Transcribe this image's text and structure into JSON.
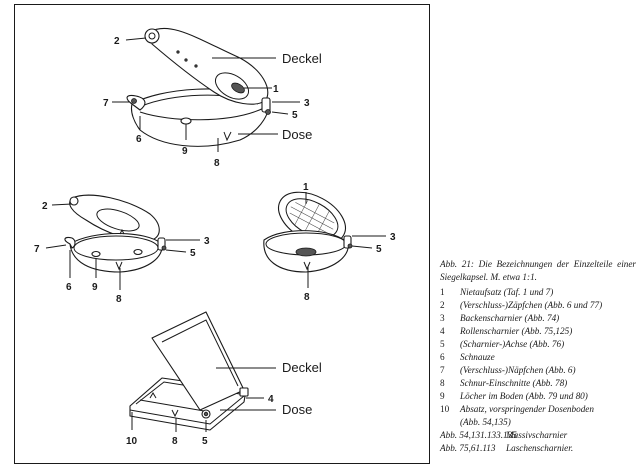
{
  "figures": {
    "fig1": {
      "lid": "Deckel",
      "box": "Dose",
      "n1": "1",
      "n2": "2",
      "n3": "3",
      "n5": "5",
      "n6": "6",
      "n7": "7",
      "n8": "8",
      "n9": "9"
    },
    "fig2": {
      "n2": "2",
      "n3": "3",
      "n5": "5",
      "n6": "6",
      "n7": "7",
      "n8": "8",
      "n9": "9"
    },
    "fig3": {
      "n1": "1",
      "n3": "3",
      "n5": "5",
      "n8": "8"
    },
    "fig4": {
      "lid": "Deckel",
      "box": "Dose",
      "n4": "4",
      "n5": "5",
      "n8": "8",
      "n10": "10"
    }
  },
  "caption": {
    "heading": "Abb. 21: Die Bezeichnungen der Einzelteile einer Siegelkapsel. M. etwa 1:1.",
    "items": [
      {
        "num": "1",
        "text": "Nietaufsatz (Taf. 1 und 7)"
      },
      {
        "num": "2",
        "text": "(Verschluss-)Zäpfchen (Abb. 6 und 77)"
      },
      {
        "num": "3",
        "text": "Backenscharnier (Abb. 74)"
      },
      {
        "num": "4",
        "text": "Rollenscharnier (Abb. 75,125)"
      },
      {
        "num": "5",
        "text": "(Scharnier-)Achse (Abb. 76)"
      },
      {
        "num": "6",
        "text": "Schnauze"
      },
      {
        "num": "7",
        "text": "(Verschluss-)Näpfchen (Abb. 6)"
      },
      {
        "num": "8",
        "text": "Schnur-Einschnitte (Abb. 78)"
      },
      {
        "num": "9",
        "text": "Löcher im Boden (Abb. 79 und 80)"
      },
      {
        "num": "10",
        "text": "Absatz, vorspringender Dosenboden"
      },
      {
        "num": "",
        "text": "(Abb. 54,135)"
      }
    ],
    "refs": [
      {
        "label": "Abb. 54,131.133.135",
        "text": "Massivscharnier"
      },
      {
        "label": "Abb. 75,61.113",
        "text": "Laschenscharnier."
      }
    ]
  }
}
